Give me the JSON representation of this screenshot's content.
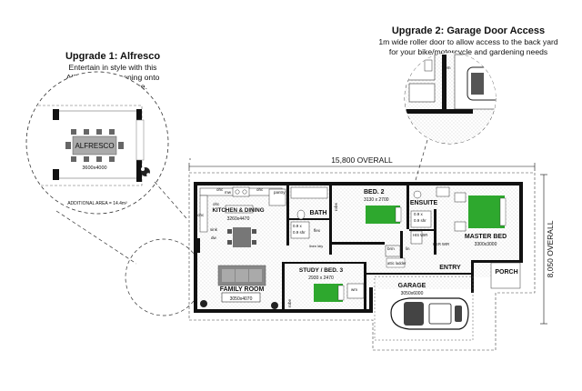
{
  "upgrade1": {
    "title": "Upgrade 1: Alfresco",
    "desc_lines": [
      "Entertain in style with this",
      "Alfresco area opening onto",
      "your outdoor space."
    ],
    "area_label": "ALFRESCO",
    "area_dims": "3600x4000",
    "additional_area": "ADDITIONAL AREA = 14.4m²"
  },
  "upgrade2": {
    "title": "Upgrade 2: Garage Door Access",
    "desc_lines": [
      "1m wide roller door to allow access to the back yard",
      "for your bike/motorcycle and gardening needs"
    ]
  },
  "dimensions": {
    "overall_width": "15,800 OVERALL",
    "overall_depth": "8,050 OVERALL"
  },
  "rooms": {
    "kitchen": {
      "label": "KITCHEN & DINING",
      "dims": "3260x4470"
    },
    "bath": {
      "label": "BATH"
    },
    "bed2": {
      "label": "BED. 2",
      "dims": "3130 x 2700"
    },
    "ensuite": {
      "label": "ENSUITE"
    },
    "master": {
      "label": "MASTER BED",
      "dims": "3300x3000"
    },
    "family": {
      "label": "FAMILY ROOM",
      "dims": "3050x4070"
    },
    "study": {
      "label": "STUDY / BED. 3",
      "dims": "2930 x 2470"
    },
    "garage": {
      "label": "GARAGE",
      "dims": "3050x6000"
    },
    "entry": {
      "label": "ENTRY"
    },
    "porch": {
      "label": "PORCH"
    }
  },
  "fixtures": {
    "ohc1": "ohc",
    "mw": "mw",
    "ohc2": "ohc",
    "pantry": "pantry",
    "ohc3": "ohc",
    "sink": "sink",
    "dw": "dw",
    "ohc4": "ohc",
    "robe1": "robe",
    "robe2": "robe",
    "robe3": "robe",
    "shr_a": "0.9 x",
    "shr_b": "0.9 shr",
    "shr_c": "0.9 x",
    "shr_d": "0.9 shr",
    "flex": "flex",
    "ldry": "linen ldry",
    "wm": "wm",
    "his_wir": "HIS WIR",
    "her_wir": "HER WIR",
    "brm": "brm",
    "lin": "lin",
    "attic": "attic ladder",
    "wm2": "wm"
  }
}
